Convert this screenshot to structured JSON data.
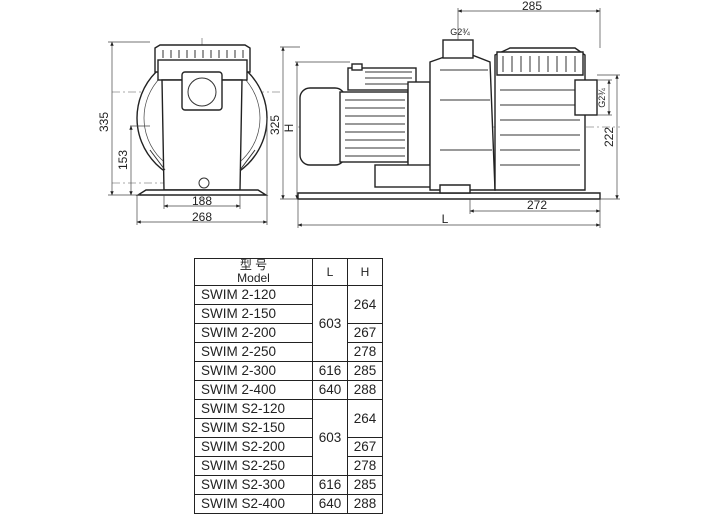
{
  "dimensions": {
    "front_width_total": "268",
    "front_width_base": "188",
    "front_height_total": "335",
    "front_height_axis": "153",
    "side_height": "325",
    "side_height_var": "H",
    "side_length_var": "L",
    "side_top_length": "285",
    "side_base_right": "272",
    "side_right_height": "222",
    "port_top": "G2¾",
    "port_side": "G2¾"
  },
  "table": {
    "header_model_cn": "型 号",
    "header_model_en": "Model",
    "header_L": "L",
    "header_H": "H",
    "rows": [
      {
        "model": "SWIM 2-120"
      },
      {
        "model": "SWIM 2-150"
      },
      {
        "model": "SWIM 2-200"
      },
      {
        "model": "SWIM 2-250"
      },
      {
        "model": "SWIM 2-300"
      },
      {
        "model": "SWIM 2-400"
      },
      {
        "model": "SWIM S2-120"
      },
      {
        "model": "SWIM S2-150"
      },
      {
        "model": "SWIM S2-200"
      },
      {
        "model": "SWIM S2-250"
      },
      {
        "model": "SWIM S2-300"
      },
      {
        "model": "SWIM S2-400"
      }
    ],
    "groups": {
      "g1_L": "603",
      "g1_H_a": "264",
      "g1_H_b": "267",
      "g1_H_c": "278",
      "r5_L": "616",
      "r5_H": "285",
      "r6_L": "640",
      "r6_H": "288",
      "g2_L": "603",
      "g2_H_a": "264",
      "g2_H_b": "267",
      "g2_H_c": "278",
      "r11_L": "616",
      "r11_H": "285",
      "r12_L": "640",
      "r12_H": "288"
    }
  }
}
